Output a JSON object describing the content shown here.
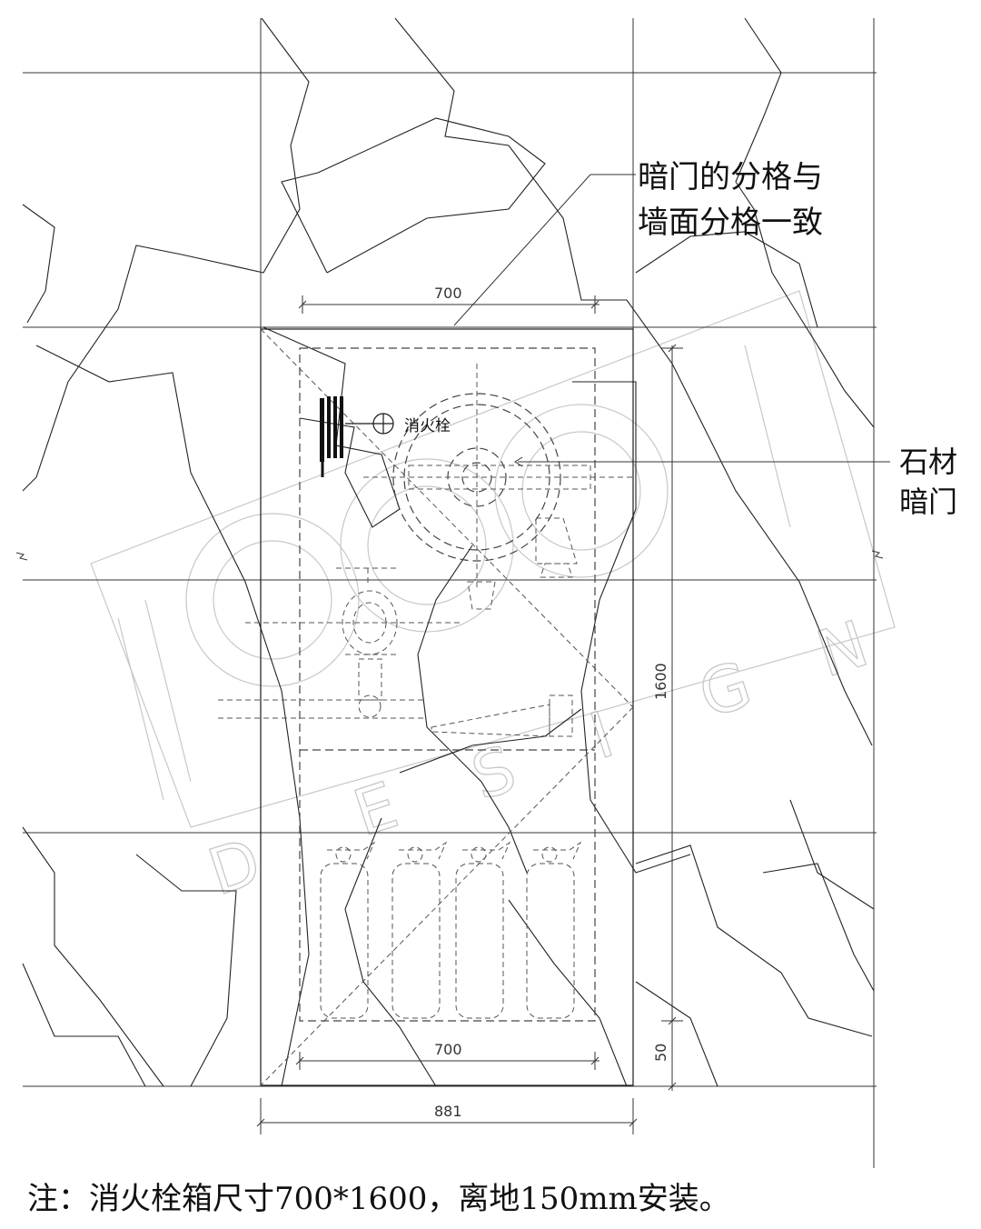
{
  "annotations": {
    "partition_note_line1": "暗门的分格与",
    "partition_note_line2": "墙面分格一致",
    "stone_door_line1": "石材",
    "stone_door_line2": "暗门",
    "hydrant_label": "消火栓"
  },
  "dimensions": {
    "top_width": "700",
    "bottom_width": "700",
    "overall_width": "881",
    "height": "1600",
    "base_offset": "50"
  },
  "footer_note": "注：消火栓箱尺寸700*1600，离地150mm安装。",
  "watermark": {
    "letters": [
      "D",
      "E",
      "S",
      "I",
      "G",
      "N"
    ]
  }
}
